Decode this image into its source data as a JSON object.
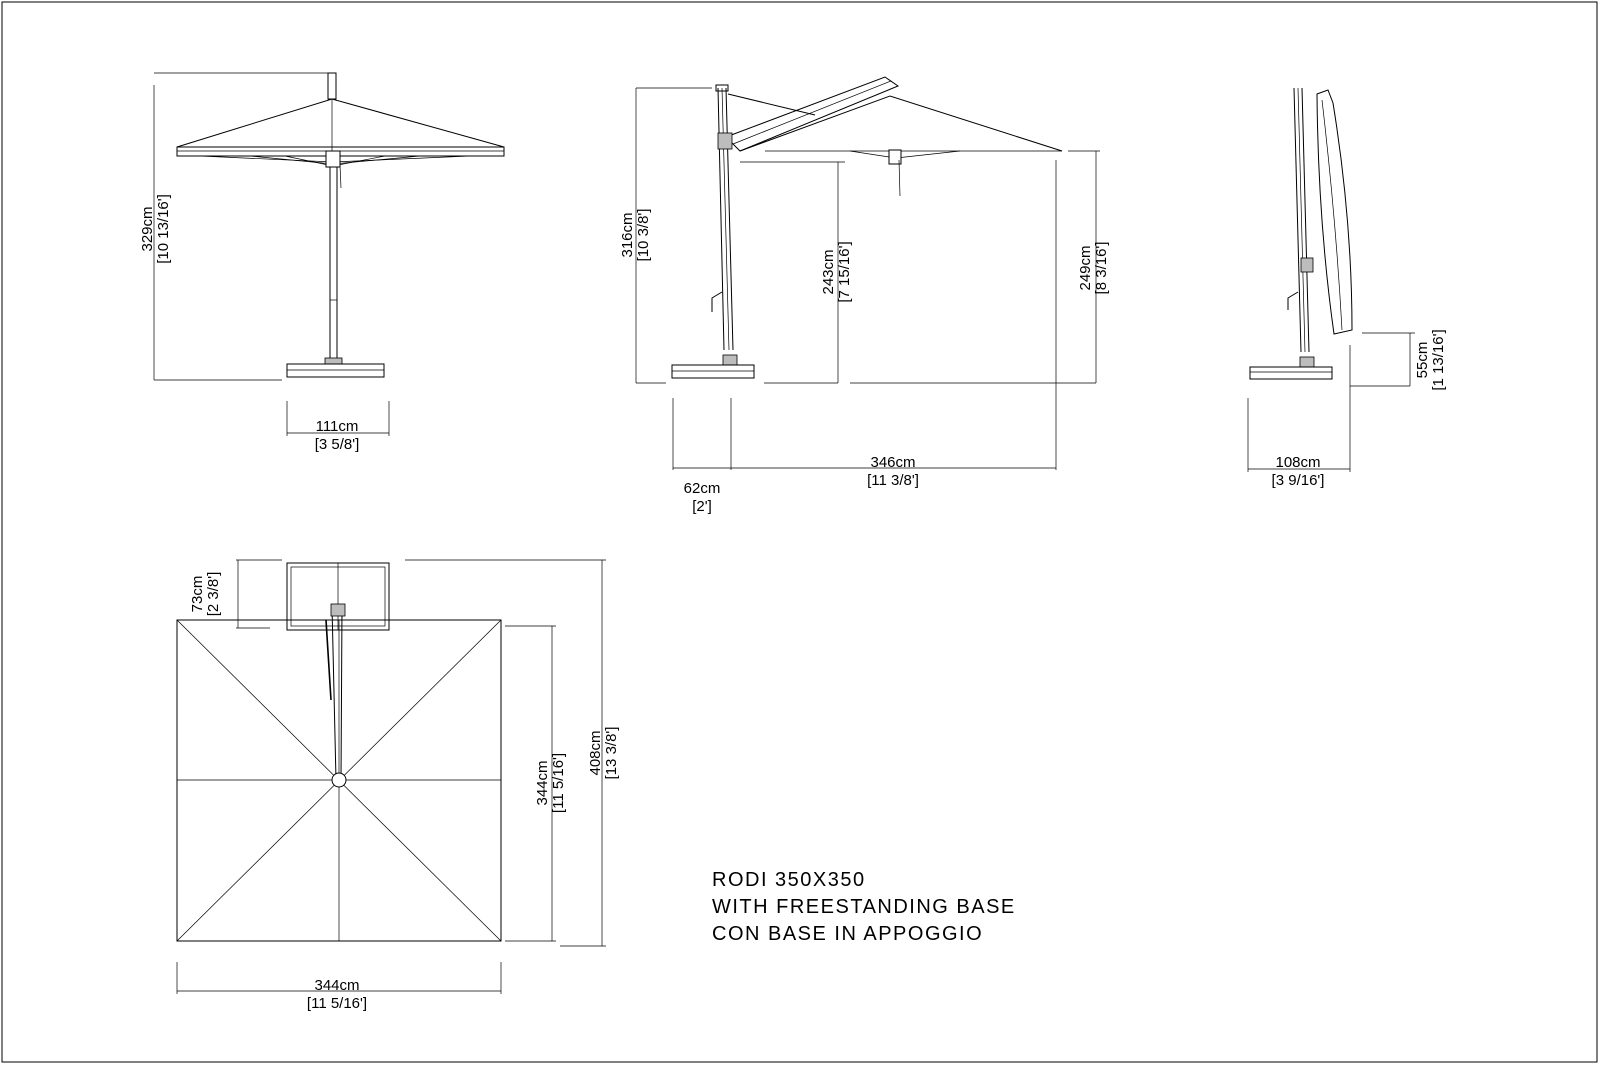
{
  "colors": {
    "line": "#000000",
    "background": "#ffffff"
  },
  "front_view": {
    "height": {
      "metric": "329cm",
      "imperial": "[10 13/16']"
    },
    "base_width": {
      "metric": "111cm",
      "imperial": "[3 5/8']"
    }
  },
  "side_view": {
    "mast_height": {
      "metric": "316cm",
      "imperial": "[10 3/8']"
    },
    "canopy_clearance": {
      "metric": "243cm",
      "imperial": "[7 15/16']"
    },
    "tip_height": {
      "metric": "249cm",
      "imperial": "[8 3/16']"
    },
    "base_depth": {
      "metric": "62cm",
      "imperial": "[2']"
    },
    "reach": {
      "metric": "346cm",
      "imperial": "[11 3/8']"
    }
  },
  "closed_view": {
    "clearance": {
      "metric": "55cm",
      "imperial": "[1 13/16']"
    },
    "width": {
      "metric": "108cm",
      "imperial": "[3 9/16']"
    }
  },
  "top_view": {
    "base_offset": {
      "metric": "73cm",
      "imperial": "[2 3/8']"
    },
    "canopy_depth": {
      "metric": "344cm",
      "imperial": "[11 5/16']"
    },
    "overall_depth": {
      "metric": "408cm",
      "imperial": "[13 3/8']"
    },
    "canopy_width": {
      "metric": "344cm",
      "imperial": "[11 5/16']"
    }
  },
  "title_block": {
    "line1": "RODI 350X350",
    "line2": "WITH FREESTANDING BASE",
    "line3": "CON BASE IN APPOGGIO"
  }
}
